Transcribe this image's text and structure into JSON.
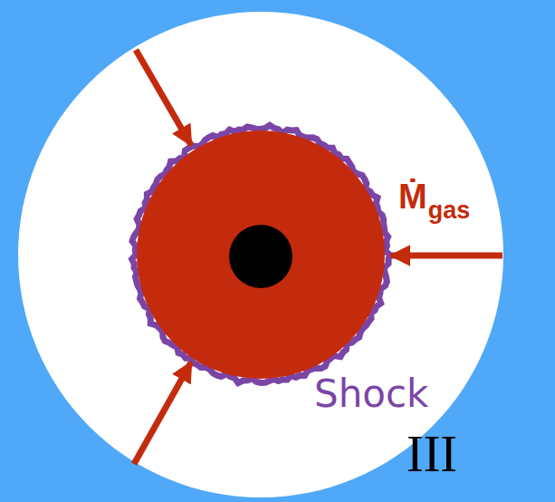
{
  "diagram": {
    "labels": [
      "Ṁ",
      "gas",
      "Shock",
      "III"
    ]
  }
}
